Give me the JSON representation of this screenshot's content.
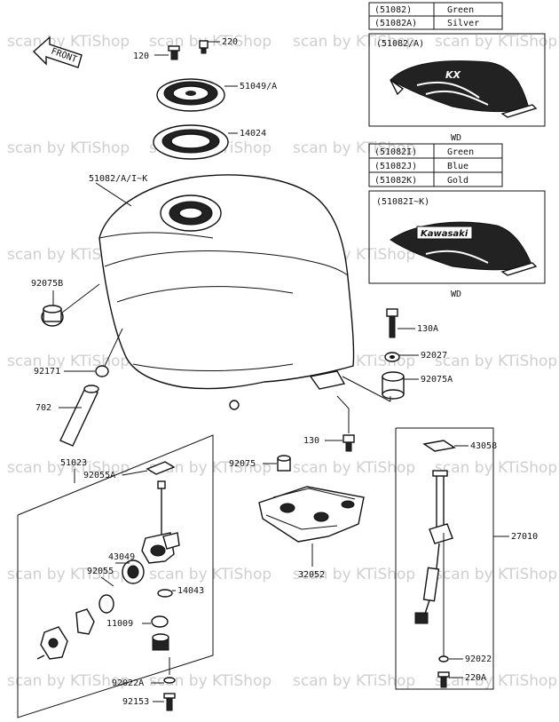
{
  "front_arrow": {
    "text": "FRONT"
  },
  "watermark_text": "scan by KTiShop",
  "part_labels": {
    "p120": "120",
    "p220": "220",
    "p51049": "51049/A",
    "p14024": "14024",
    "p51082_all": "51082/A/I~K",
    "p92075B": "92075B",
    "p92171": "92171",
    "p702": "702",
    "p130A": "130A",
    "p92027": "92027",
    "p92075A": "92075A",
    "p130": "130",
    "p92075": "92075",
    "p32052": "32052",
    "p43058": "43058",
    "p27010": "27010",
    "p92022": "92022",
    "p220A": "220A",
    "p51023": "51023",
    "p92055A": "92055A",
    "p43049": "43049",
    "p92055": "92055",
    "p14043": "14043",
    "p11009": "11009",
    "p92022A": "92022A",
    "p92153": "92153"
  },
  "color_table_1": {
    "rows": [
      {
        "code": "(51082)",
        "color": "Green"
      },
      {
        "code": "(51082A)",
        "color": "Silver"
      }
    ]
  },
  "inset_1": {
    "title": "(51082/A)",
    "note": "WD",
    "logo": "KX"
  },
  "color_table_2": {
    "rows": [
      {
        "code": "(51082I)",
        "color": "Green"
      },
      {
        "code": "(51082J)",
        "color": "Blue"
      },
      {
        "code": "(51082K)",
        "color": "Gold"
      }
    ]
  },
  "inset_2": {
    "title": "(51082I~K)",
    "note": "WD",
    "logo": "Kawasaki"
  }
}
